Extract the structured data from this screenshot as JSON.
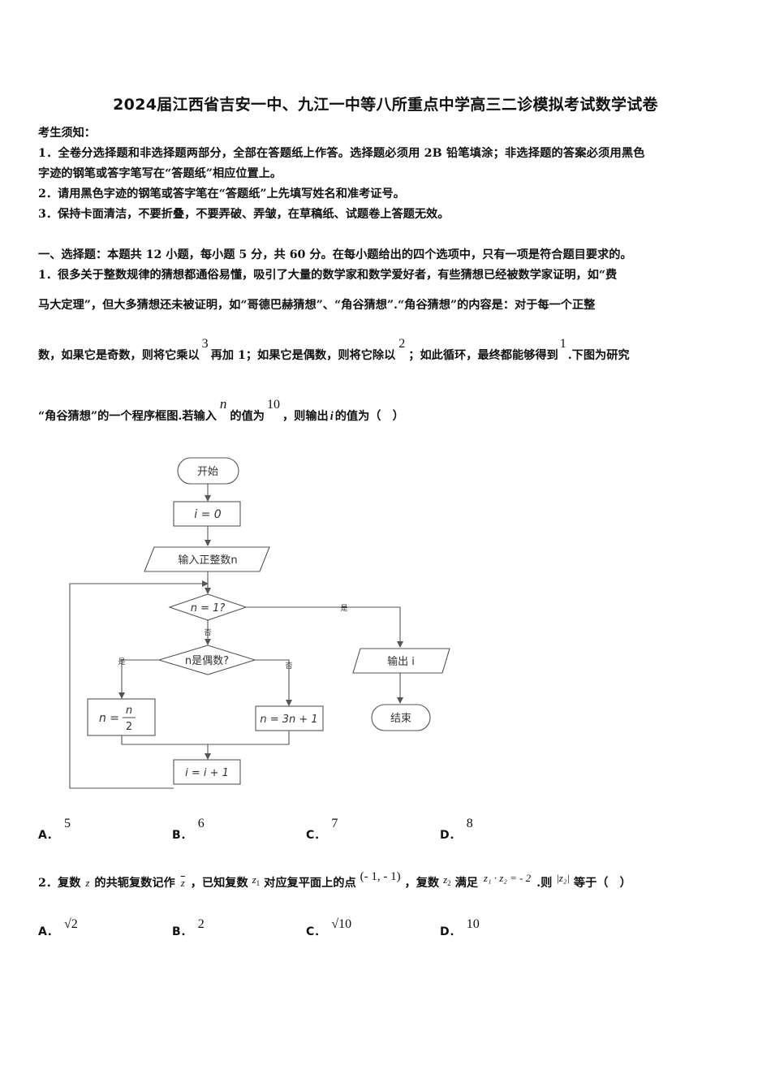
{
  "title": "2024届江西省吉安一中、九江一中等八所重点中学高三二诊模拟考试数学试卷",
  "notice": {
    "heading": "考生须知：",
    "item1_line1": "1．全卷分选择题和非选择题两部分，全部在答题纸上作答。选择题必须用 2B 铅笔填涂；非选择题的答案必须用黑色",
    "item1_line2": "字迹的钢笔或答字笔写在“答题纸”相应位置上。",
    "item2": "2．请用黑色字迹的钢笔或答字笔在“答题纸”上先填写姓名和准考证号。",
    "item3": "3．保持卡面清洁，不要折叠，不要弄破、弄皱，在草稿纸、试题卷上答题无效。"
  },
  "section1": "一、选择题：本题共 12 小题，每小题 5 分，共 60 分。在每小题给出的四个选项中，只有一项是符合题目要求的。",
  "q1": {
    "line1": "1．很多关于整数规律的猜想都通俗易懂，吸引了大量的数学家和数学爱好者，有些猜想已经被数学家证明，如“费",
    "line2": "马大定理”，但大多猜想还未被证明，如“哥德巴赫猜想”、“角谷猜想”.“角谷猜想”的内容是：对于每一个正整",
    "line3a": "数，如果它是奇数，则将它乘以",
    "sup3": "3",
    "line3b": "再加 1；如果它是偶数，则将它除以",
    "sup2": "2",
    "line3c": "；如此循环，最终都能够得到",
    "sup1": "1",
    "line3d": ".下图为研究",
    "line4a": "“角谷猜想”的一个程序框图.若输入",
    "sup_n": "n",
    "line4b": "的值为",
    "sup10": "10",
    "line4c": "，则输出",
    "line4_i": "i",
    "line4d": "的值为（　）",
    "flowchart": {
      "start": "开始",
      "init": "i = 0",
      "input": "输入正整数n",
      "cond1": "n = 1?",
      "yes": "是",
      "no": "否",
      "cond2": "n是偶数?",
      "even_label": "是",
      "odd_label": "否",
      "even_op_lhs": "n =",
      "even_op_num": "n",
      "even_op_den": "2",
      "odd_op": "n = 3n + 1",
      "incr": "i = i + 1",
      "output": "输出 i",
      "end": "结束"
    },
    "options": [
      {
        "letter": "A．",
        "value": "5"
      },
      {
        "letter": "B．",
        "value": "6"
      },
      {
        "letter": "C．",
        "value": "7"
      },
      {
        "letter": "D．",
        "value": "8"
      }
    ]
  },
  "q2": {
    "t1": "2．复数",
    "z": "z",
    "t2": "的共轭复数记作",
    "zbar": "z",
    "t3": "，已知复数",
    "z1": "z",
    "sub1": "1",
    "t4": "对应复平面上的点",
    "point": "(- 1, - 1)",
    "t5": "，复数",
    "z2": "z",
    "sub2": "2",
    "t6": "满足",
    "expr": "z₁ · z₂ = - 2",
    "t7": ".则",
    "absz2": "|z₂|",
    "t8": "等于（　）",
    "options": [
      {
        "letter": "A．",
        "value": "√2"
      },
      {
        "letter": "B．",
        "value": "2"
      },
      {
        "letter": "C．",
        "value": "√10"
      },
      {
        "letter": "D．",
        "value": "10"
      }
    ]
  }
}
